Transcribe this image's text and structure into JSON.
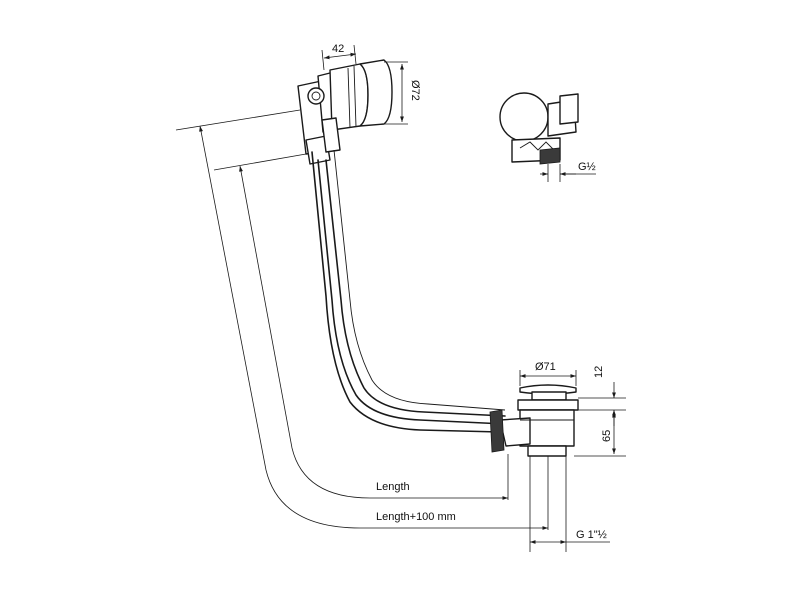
{
  "labels": {
    "width_42": "42",
    "diameter_72": "Ø72",
    "thread_g_half": "G½",
    "diameter_71": "Ø71",
    "height_12": "12",
    "height_65": "65",
    "length": "Length",
    "length_plus": "Length+100 mm",
    "thread_g_1_half": "G 1\"½"
  }
}
